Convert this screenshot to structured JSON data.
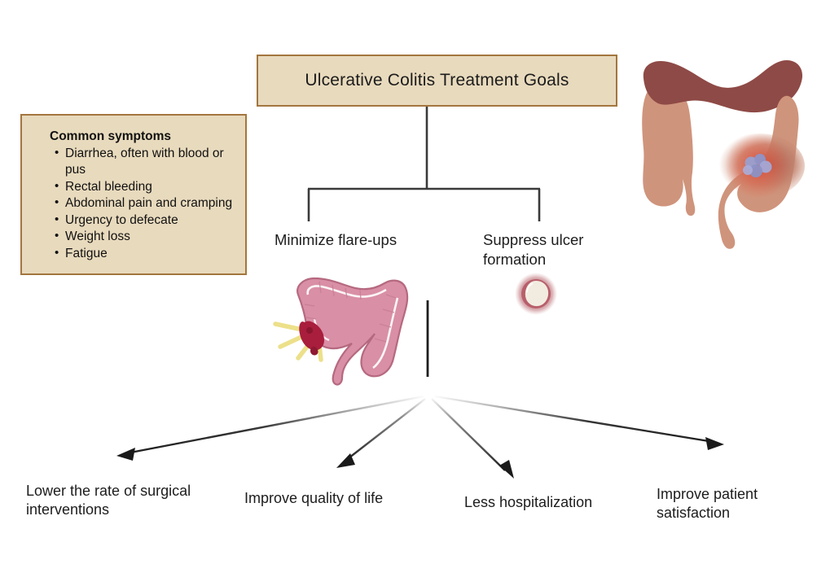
{
  "diagram": {
    "title": "Ulcerative Colitis Treatment Goals",
    "symptoms_box": {
      "heading": "Common symptoms",
      "items": [
        "Diarrhea, often with blood or pus",
        "Rectal bleeding",
        "Abdominal pain and cramping",
        "Urgency to defecate",
        "Weight loss",
        "Fatigue"
      ]
    },
    "branches": [
      {
        "label": "Minimize flare-ups"
      },
      {
        "label": "Suppress ulcer formation"
      }
    ],
    "outcomes": [
      {
        "label": "Lower the rate of surgical interventions"
      },
      {
        "label": "Improve quality of life"
      },
      {
        "label": "Less hospitalization"
      },
      {
        "label": "Improve patient satisfaction"
      }
    ],
    "illustrations": [
      {
        "name": "inflamed-colon-illustration",
        "caption_for": "Ulcerative Colitis Treatment Goals"
      },
      {
        "name": "flare-up-colon-illustration",
        "caption_for": "Minimize flare-ups"
      },
      {
        "name": "ulcer-lesion-icon",
        "caption_for": "Suppress ulcer formation"
      }
    ],
    "colors": {
      "box_fill": "#e8dabd",
      "box_border": "#a3763f",
      "text": "#1c1c1c",
      "connector": "#3a3a3a",
      "colon_dark": "#8e4a46",
      "colon_light": "#cf947c",
      "colon_pink": "#d98fa6",
      "flare_red": "#a81e3c",
      "flare_yellow": "#ece08a",
      "ulcer_ring": "#c0717a",
      "ulcer_center": "#f2ece0"
    }
  }
}
